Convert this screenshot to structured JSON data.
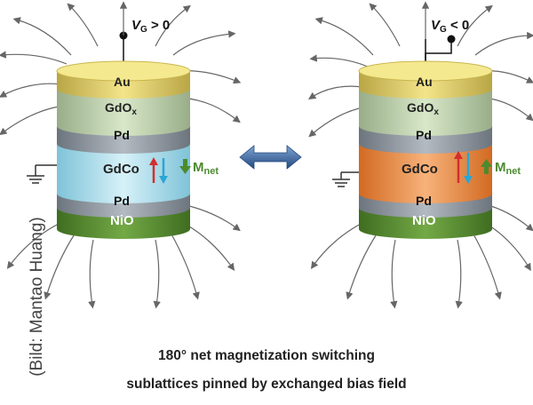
{
  "colors": {
    "au": "#e8d66a",
    "gdox": "#c6d9b6",
    "pd": "#8f98a2",
    "gdco_left": "#b9e3ef",
    "gdco_right": "#f0954a",
    "nio": "#5b9130",
    "net_arrow": "#4c8a2e",
    "up_arrow": "#d32f2f",
    "down_arrow": "#2aa6d6",
    "switch_arrow": "#2e5d9e",
    "field_line": "#666666"
  },
  "left_device": {
    "voltage_label": "V",
    "voltage_sub": "G",
    "voltage_cond": " > 0",
    "layers": [
      "Au",
      "GdO",
      "Pd",
      "GdCo",
      "Pd",
      "NiO"
    ],
    "gdox_sub": "x",
    "net_label": "M",
    "net_sub": "net",
    "net_direction": "down"
  },
  "right_device": {
    "voltage_label": "V",
    "voltage_sub": "G",
    "voltage_cond": " < 0",
    "layers": [
      "Au",
      "GdO",
      "Pd",
      "GdCo",
      "Pd",
      "NiO"
    ],
    "gdox_sub": "x",
    "net_label": "M",
    "net_sub": "net",
    "net_direction": "up"
  },
  "icons": [
    "ground-icon",
    "double-arrow-icon",
    "spin-arrows-icon",
    "field-line-icon"
  ],
  "caption": {
    "line1": "180° net magnetization switching",
    "line2": "sublattices pinned by exchanged bias field"
  },
  "credit": "(Bild: Mantao Huang)"
}
